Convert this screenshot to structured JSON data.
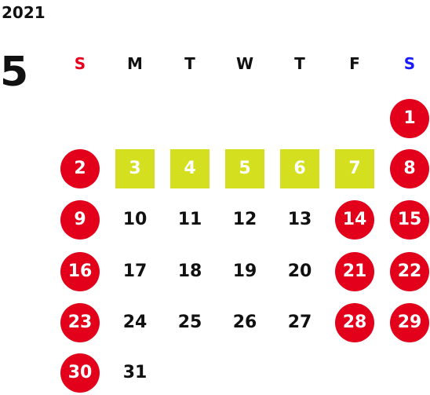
{
  "year": "2021",
  "month": "5",
  "weekdays": [
    {
      "label": "S",
      "color": "#e8001c"
    },
    {
      "label": "M",
      "color": "#111111"
    },
    {
      "label": "T",
      "color": "#111111"
    },
    {
      "label": "W",
      "color": "#111111"
    },
    {
      "label": "T",
      "color": "#111111"
    },
    {
      "label": "F",
      "color": "#111111"
    },
    {
      "label": "S",
      "color": "#1a1aff"
    }
  ],
  "colors": {
    "holiday": "#e2001a",
    "special": "#d4df1f",
    "text": "#111111"
  },
  "days": [
    {
      "label": "1",
      "col": 6,
      "row": 0,
      "style": "holiday"
    },
    {
      "label": "2",
      "col": 0,
      "row": 1,
      "style": "holiday"
    },
    {
      "label": "3",
      "col": 1,
      "row": 1,
      "style": "special"
    },
    {
      "label": "4",
      "col": 2,
      "row": 1,
      "style": "special"
    },
    {
      "label": "5",
      "col": 3,
      "row": 1,
      "style": "special"
    },
    {
      "label": "6",
      "col": 4,
      "row": 1,
      "style": "special"
    },
    {
      "label": "7",
      "col": 5,
      "row": 1,
      "style": "special"
    },
    {
      "label": "8",
      "col": 6,
      "row": 1,
      "style": "holiday"
    },
    {
      "label": "9",
      "col": 0,
      "row": 2,
      "style": "holiday"
    },
    {
      "label": "10",
      "col": 1,
      "row": 2,
      "style": "normal"
    },
    {
      "label": "11",
      "col": 2,
      "row": 2,
      "style": "normal"
    },
    {
      "label": "12",
      "col": 3,
      "row": 2,
      "style": "normal"
    },
    {
      "label": "13",
      "col": 4,
      "row": 2,
      "style": "normal"
    },
    {
      "label": "14",
      "col": 5,
      "row": 2,
      "style": "holiday"
    },
    {
      "label": "15",
      "col": 6,
      "row": 2,
      "style": "holiday"
    },
    {
      "label": "16",
      "col": 0,
      "row": 3,
      "style": "holiday"
    },
    {
      "label": "17",
      "col": 1,
      "row": 3,
      "style": "normal"
    },
    {
      "label": "18",
      "col": 2,
      "row": 3,
      "style": "normal"
    },
    {
      "label": "19",
      "col": 3,
      "row": 3,
      "style": "normal"
    },
    {
      "label": "20",
      "col": 4,
      "row": 3,
      "style": "normal"
    },
    {
      "label": "21",
      "col": 5,
      "row": 3,
      "style": "holiday"
    },
    {
      "label": "22",
      "col": 6,
      "row": 3,
      "style": "holiday"
    },
    {
      "label": "23",
      "col": 0,
      "row": 4,
      "style": "holiday"
    },
    {
      "label": "24",
      "col": 1,
      "row": 4,
      "style": "normal"
    },
    {
      "label": "25",
      "col": 2,
      "row": 4,
      "style": "normal"
    },
    {
      "label": "26",
      "col": 3,
      "row": 4,
      "style": "normal"
    },
    {
      "label": "27",
      "col": 4,
      "row": 4,
      "style": "normal"
    },
    {
      "label": "28",
      "col": 5,
      "row": 4,
      "style": "holiday"
    },
    {
      "label": "29",
      "col": 6,
      "row": 4,
      "style": "holiday"
    },
    {
      "label": "30",
      "col": 0,
      "row": 5,
      "style": "holiday"
    },
    {
      "label": "31",
      "col": 1,
      "row": 5,
      "style": "normal"
    }
  ]
}
